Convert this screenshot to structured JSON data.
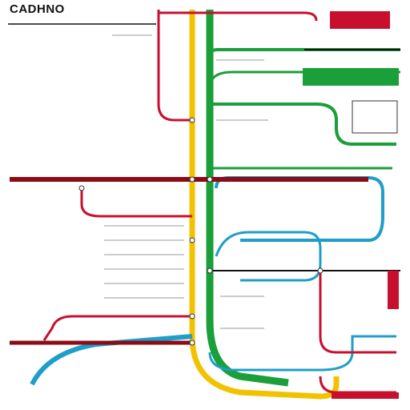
{
  "title": "CADHNO",
  "colors": {
    "red": "#c8102e",
    "yellow": "#f2c200",
    "green": "#1a9f3a",
    "blue": "#1e9ec8",
    "dark": "#8b0c16",
    "black": "#111111"
  },
  "lines": [
    {
      "id": "yellow-line",
      "color": "yellow"
    },
    {
      "id": "green-line",
      "color": "green"
    },
    {
      "id": "red-line",
      "color": "red"
    },
    {
      "id": "blue-line",
      "color": "blue"
    },
    {
      "id": "dark-line",
      "color": "dark"
    }
  ]
}
